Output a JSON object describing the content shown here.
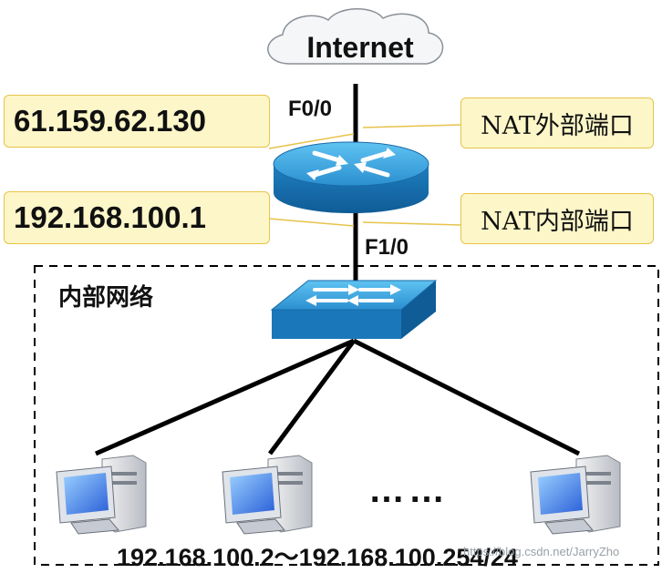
{
  "diagram": {
    "internet_label": "Internet",
    "router_port_outer": "F0/0",
    "router_port_inner": "F1/0",
    "outer_ip": "61.159.62.130",
    "inner_ip": "192.168.100.1",
    "nat_outer_label": "NAT外部端口",
    "nat_inner_label": "NAT内部端口",
    "internal_network_label": "内部网络",
    "ellipsis": "……",
    "address_range": "192.168.100.2～192.168.100.254/24",
    "watermark": "https://blog.csdn.net/JarryZho"
  },
  "colors": {
    "callout_fill": "#fdf6c8",
    "callout_border": "#e6c34a",
    "device_blue": "#2f8fcf",
    "line": "#000000"
  }
}
